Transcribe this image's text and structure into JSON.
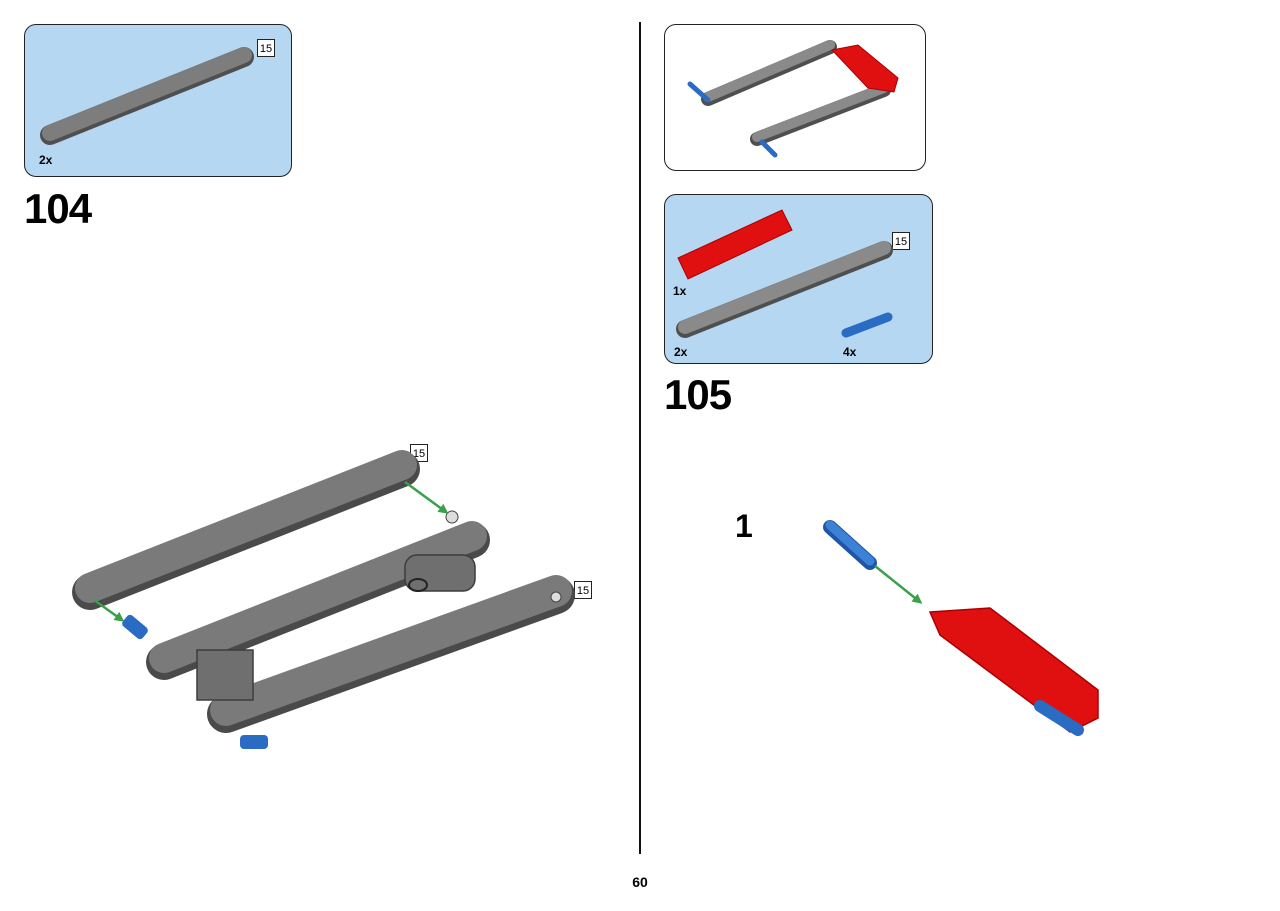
{
  "page_number": "60",
  "left_step": {
    "number": "104",
    "parts": [
      {
        "qty": "2x",
        "length": "15"
      }
    ],
    "assembly_length_tags": [
      "15",
      "15"
    ]
  },
  "right_step": {
    "number": "105",
    "parts": [
      {
        "qty": "1x"
      },
      {
        "qty": "2x",
        "length": "15"
      },
      {
        "qty": "4x"
      }
    ],
    "sub_step": "1"
  },
  "colors": {
    "parts_bg": "#b6d7f2",
    "beam_gray": "#7d7d7d",
    "beam_dark": "#4f4f4f",
    "pin_blue": "#2a6bc4",
    "red_part": "#e01010",
    "arrow_green": "#3aa04a"
  }
}
